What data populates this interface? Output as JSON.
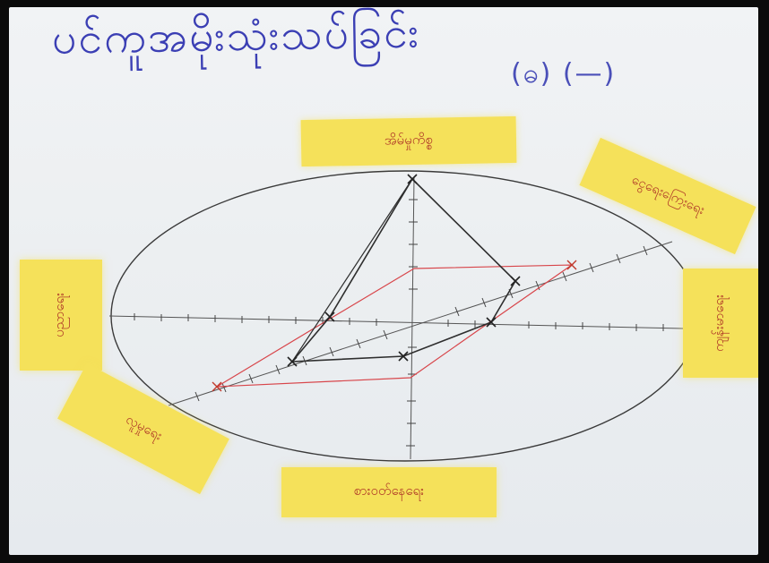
{
  "heading": {
    "title": "ပင်ကူအမိုးသုံးသပ်ခြင်း",
    "subtitle": "(ဓ) (—)"
  },
  "notes": {
    "top": "အိမ်မှုကိစ္စ",
    "top_right": "ငွေရေးကြေးရေး",
    "right": "ကျန်းမာရေး",
    "left": "ပညာရေး",
    "bottom_left": "လူမှုရေး",
    "bottom": "စားဝတ်နေရေး"
  },
  "colors": {
    "ink": "#3b3fb4",
    "sticky_note": "#f5e15a",
    "note_text": "#b03a28",
    "axis_red": "#d8454a",
    "pencil": "#2e2e2e"
  }
}
